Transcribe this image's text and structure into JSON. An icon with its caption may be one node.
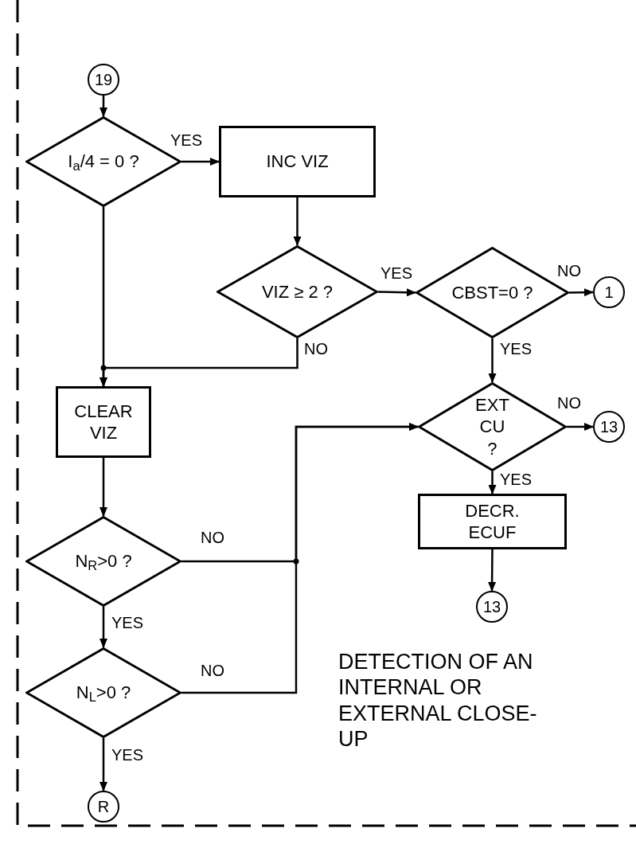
{
  "diagram": {
    "caption": "DETECTION OF AN INTERNAL OR EXTERNAL CLOSE-UP",
    "nodes": [
      {
        "text": [
          "19"
        ]
      },
      {
        "text": [
          "I$_{a}$/4 = 0 ?"
        ]
      },
      {
        "text": [
          "INC VIZ"
        ]
      },
      {
        "text": [
          "VIZ ≥ 2 ?"
        ]
      },
      {
        "text": [
          "CLEAR VIZ"
        ]
      },
      {
        "text": [
          "N$_{R}$>0 ?"
        ]
      },
      {
        "text": [
          "N$_{L}$>0 ?"
        ]
      },
      {
        "text": [
          "R"
        ]
      },
      {
        "text": [
          "CBST=0 ?"
        ]
      },
      {
        "text": [
          "1"
        ]
      },
      {
        "text": [
          "EXT CU ?"
        ]
      },
      {
        "text": [
          "13"
        ]
      },
      {
        "text": [
          "DECR. ECUF"
        ]
      },
      {
        "text": [
          "13"
        ]
      }
    ],
    "edges": [
      {
        "from": 0,
        "to": 1,
        "arrow": "to"
      },
      {
        "from": 1,
        "to": 2,
        "arrow": "to",
        "label": "YES"
      },
      {
        "from": 2,
        "to": 3,
        "arrow": "to"
      },
      {
        "from": 1,
        "to": 4,
        "arrow": "to"
      },
      {
        "from": 3,
        "to": 4,
        "arrow": "to",
        "label": "NO"
      },
      {
        "from": 3,
        "to": 8,
        "arrow": "to",
        "label": "YES"
      },
      {
        "from": 8,
        "to": 9,
        "arrow": "to",
        "label": "NO"
      },
      {
        "from": 8,
        "to": 10,
        "arrow": "to",
        "label": "YES"
      },
      {
        "from": 10,
        "to": 11,
        "arrow": "to",
        "label": "NO"
      },
      {
        "from": 10,
        "to": 12,
        "arrow": "to",
        "label": "YES"
      },
      {
        "from": 12,
        "to": 13,
        "arrow": "to"
      },
      {
        "from": 4,
        "to": 5,
        "arrow": "to"
      },
      {
        "from": 5,
        "to": 10,
        "arrow": "to",
        "label": "NO"
      },
      {
        "from": 5,
        "to": 6,
        "arrow": "to",
        "label": "YES"
      },
      {
        "from": 6,
        "to": 10,
        "arrow": "to",
        "label": "NO"
      },
      {
        "from": 6,
        "to": 7,
        "arrow": "to",
        "label": "YES"
      }
    ]
  }
}
